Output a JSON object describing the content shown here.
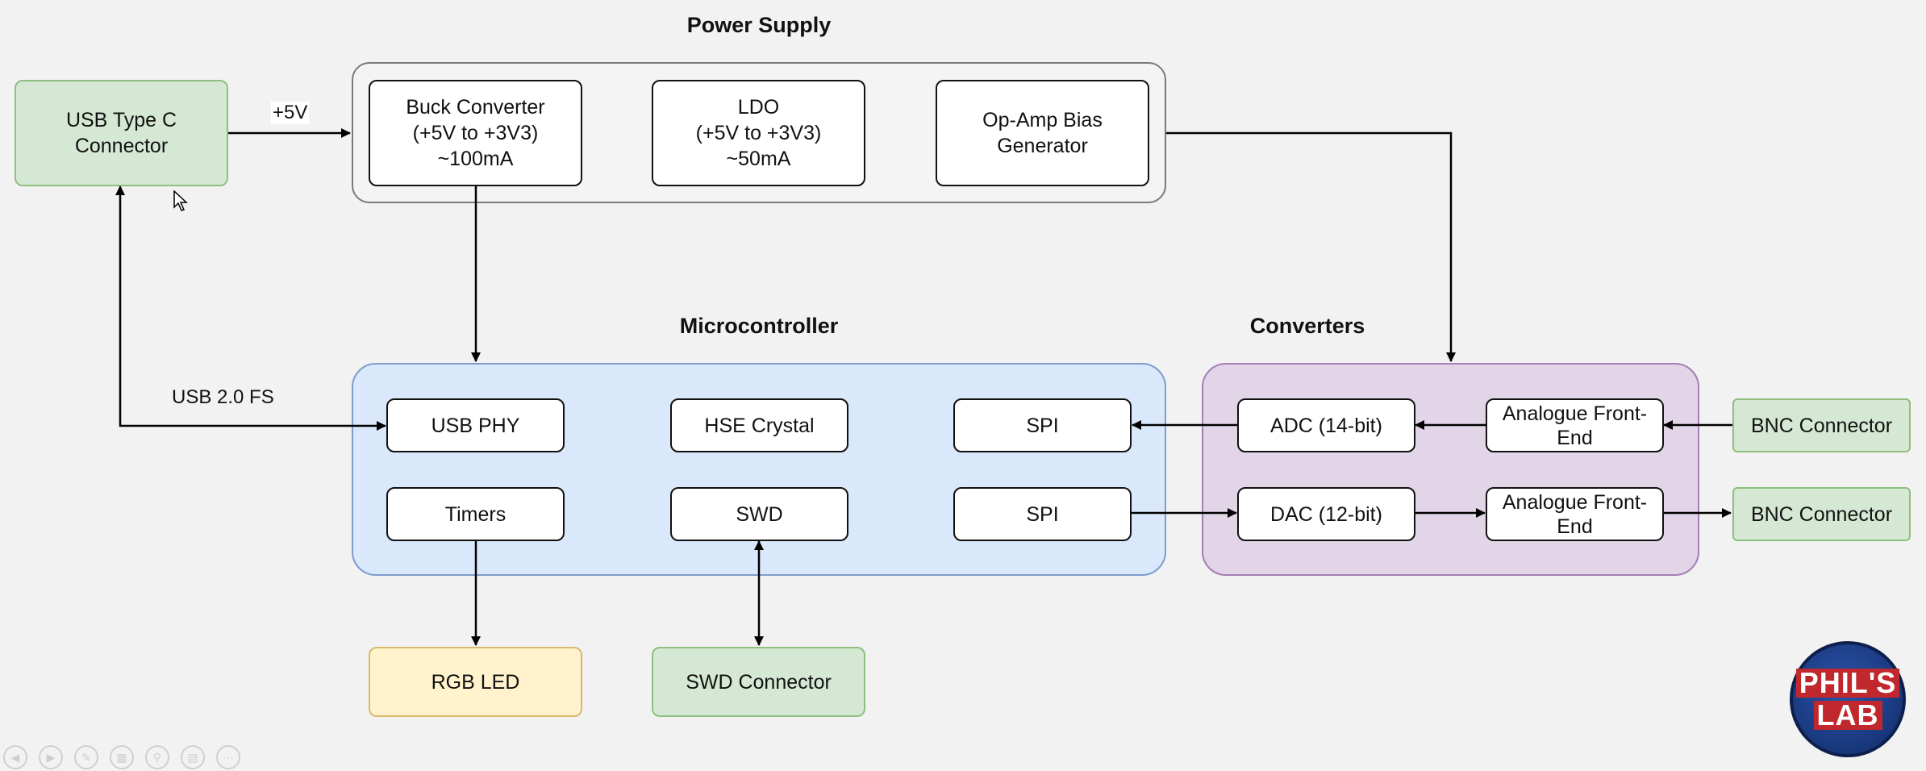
{
  "groups": {
    "power": {
      "title": "Power Supply"
    },
    "mcu": {
      "title": "Microcontroller"
    },
    "conv": {
      "title": "Converters"
    }
  },
  "blocks": {
    "usb_c": "USB Type C\nConnector",
    "buck": "Buck Converter\n(+5V to +3V3)\n~100mA",
    "ldo": "LDO\n(+5V to +3V3)\n~50mA",
    "opamp_bias": "Op-Amp Bias\nGenerator",
    "usb_phy": "USB PHY",
    "hse": "HSE Crystal",
    "spi_1": "SPI",
    "timers": "Timers",
    "swd": "SWD",
    "spi_2": "SPI",
    "adc": "ADC (14-bit)",
    "afe_in": "Analogue Front-\nEnd",
    "dac": "DAC (12-bit)",
    "afe_out": "Analogue Front-\nEnd",
    "bnc_in": "BNC Connector",
    "bnc_out": "BNC Connector",
    "rgb_led": "RGB LED",
    "swd_conn": "SWD Connector"
  },
  "edge_labels": {
    "plus5v": "+5V",
    "usb_fs": "USB 2.0 FS"
  },
  "logo": {
    "line1": "PHIL'S",
    "line2": "LAB"
  },
  "colors": {
    "connector_fill": "#d5e8d4",
    "led_fill": "#fff2cc",
    "mcu_fill": "#dae8fc",
    "converters_fill": "#e1d5e7"
  }
}
